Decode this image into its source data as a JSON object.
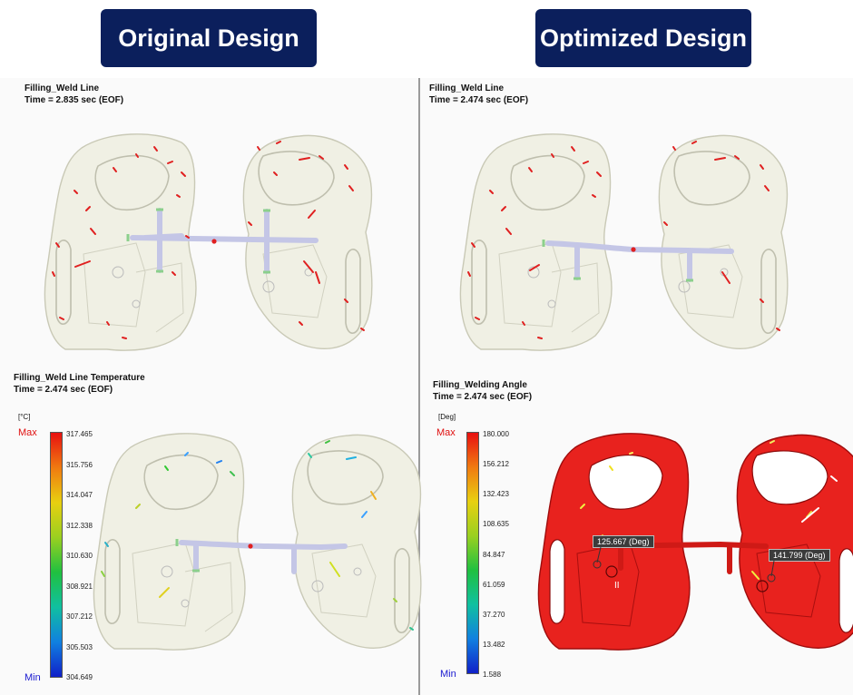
{
  "headers": {
    "original": "Original Design",
    "optimized": "Optimized Design"
  },
  "panels": {
    "tl": {
      "title": "Filling_Weld Line",
      "time": "Time = 2.835 sec (EOF)"
    },
    "tr": {
      "title": "Filling_Weld Line",
      "time": "Time = 2.474 sec (EOF)"
    },
    "bl": {
      "title": "Filling_Weld Line Temperature",
      "time": "Time = 2.474 sec (EOF)"
    },
    "br": {
      "title": "Filling_Welding Angle",
      "time": "Time = 2.474 sec (EOF)"
    }
  },
  "legend_temp": {
    "unit": "[°C]",
    "max_label": "Max",
    "min_label": "Min",
    "ticks": [
      "317.465",
      "315.756",
      "314.047",
      "312.338",
      "310.630",
      "308.921",
      "307.212",
      "305.503",
      "304.649"
    ]
  },
  "legend_angle": {
    "unit": "[Deg]",
    "max_label": "Max",
    "min_label": "Min",
    "ticks": [
      "180.000",
      "156.212",
      "132.423",
      "108.635",
      "84.847",
      "61.059",
      "37.270",
      "13.482",
      "1.588"
    ]
  },
  "callouts": {
    "left": "125.667 (Deg)",
    "right": "141.799 (Deg)"
  },
  "colors": {
    "header_bg": "#0b1f5c",
    "part_fill": "#f0f0e4",
    "part_edge": "#c9c9b6",
    "runner": "#c4c6e6",
    "weld_red": "#e02020",
    "angle_red": "#e8221e",
    "max_text": "#e01010",
    "min_text": "#1a1ad0"
  }
}
